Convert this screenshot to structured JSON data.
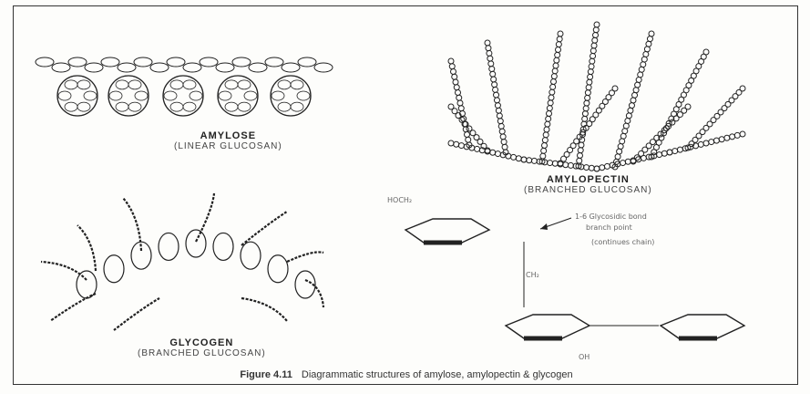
{
  "panels": {
    "amylose": {
      "title": "AMYLOSE",
      "subtitle": "(LINEAR GLUCOSAN)"
    },
    "amylopectin": {
      "title": "AMYLOPECTIN",
      "subtitle": "(BRANCHED GLUCOSAN)"
    },
    "glycogen": {
      "title": "GLYCOGEN",
      "subtitle": "(BRANCHED GLUCOSAN)"
    }
  },
  "structure": {
    "top_label": "HOCH₂",
    "bond_label": "1-6 Glycosidic bond",
    "branch_label": "branch point",
    "chain_label": "(continues chain)",
    "ch2_label": "CH₂",
    "bottom_oh": "OH"
  },
  "caption": {
    "figure_number": "Figure 4.11",
    "text": "Diagrammatic structures of amylose, amylopectin & glycogen"
  },
  "colors": {
    "ink": "#222222",
    "paper": "#fdfdfb"
  }
}
